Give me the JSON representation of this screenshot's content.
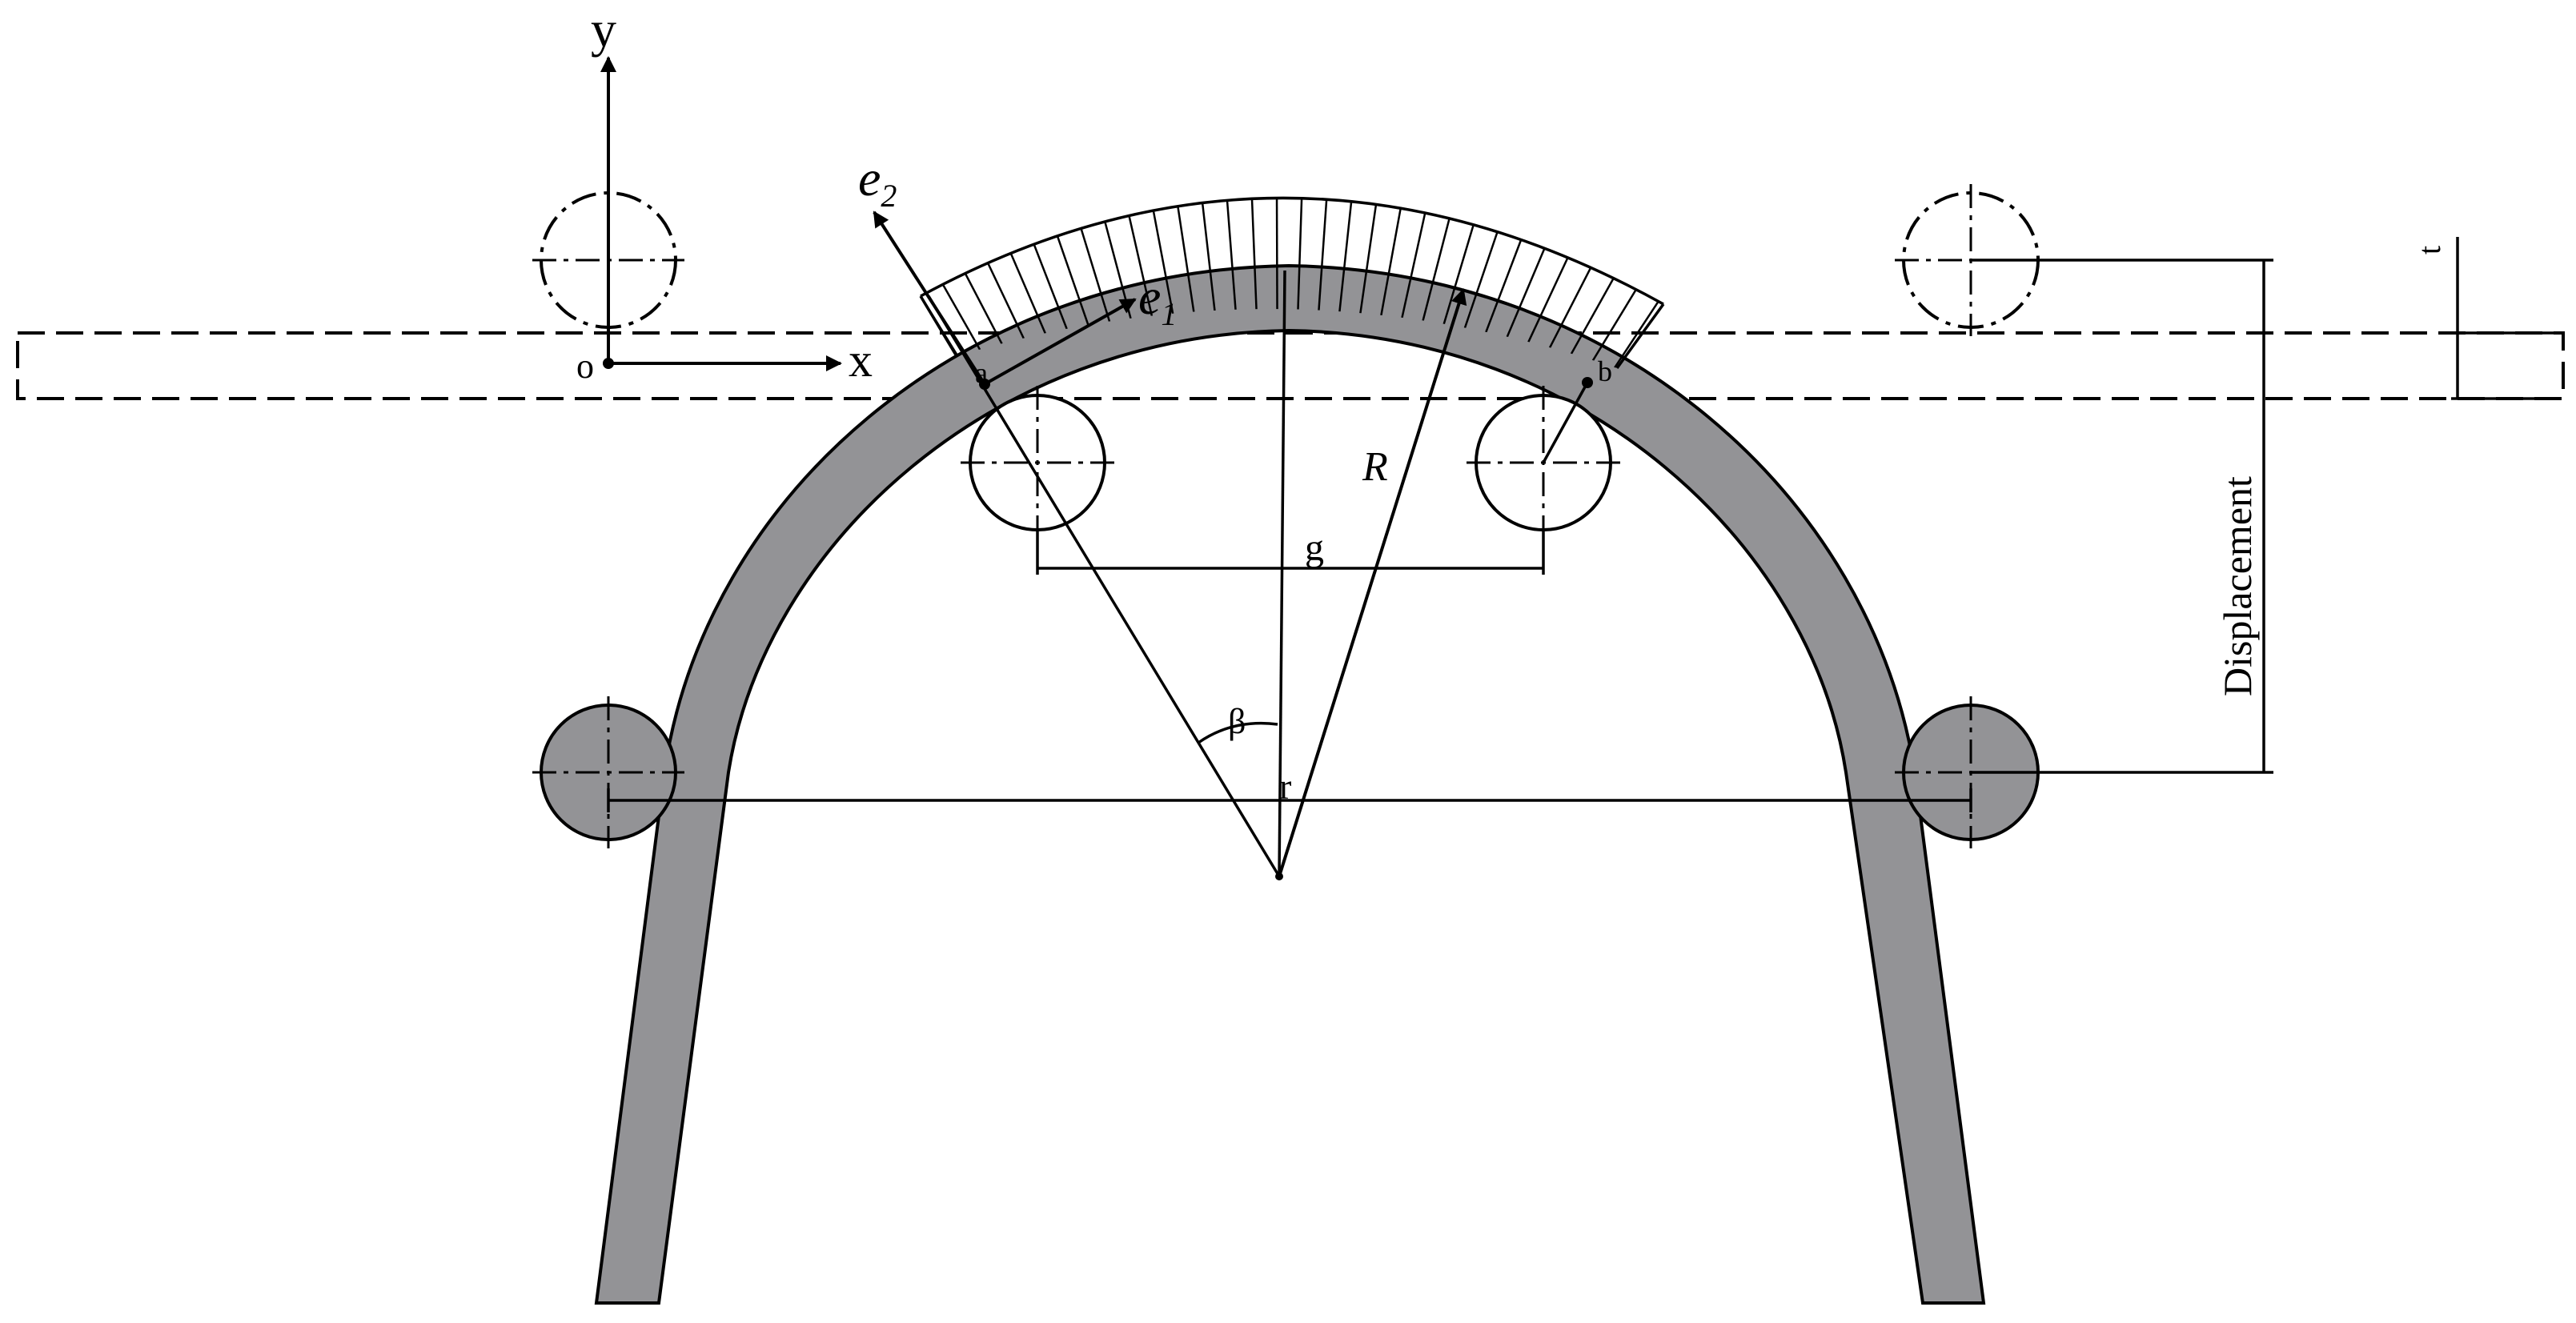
{
  "labels": {
    "y_axis": "y",
    "x_axis": "x",
    "origin": "o",
    "e2_base": "e",
    "e2_sub": "2",
    "e1_base": "e",
    "e1_sub": "1",
    "point_a": "a",
    "point_b": "b",
    "radius_outer": "R",
    "radius_inner": "r",
    "gap": "g",
    "angle": "β",
    "thickness": "t",
    "displacement": "Displacement"
  },
  "colors": {
    "sheet_fill": "#939396",
    "stroke": "#000000",
    "background": "#ffffff"
  }
}
